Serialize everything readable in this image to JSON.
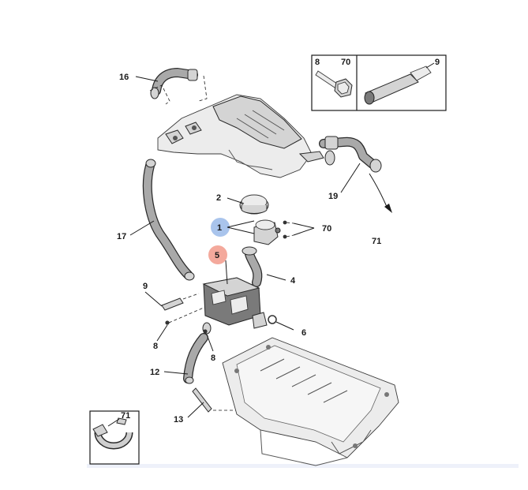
{
  "diagram": {
    "callouts": {
      "c1": "1",
      "c2": "2",
      "c4": "4",
      "c5": "5",
      "c6": "6",
      "c8a": "8",
      "c8b": "8",
      "c9": "9",
      "c12": "12",
      "c13": "13",
      "c16": "16",
      "c17": "17",
      "c19": "19",
      "c70": "70",
      "c71": "71"
    },
    "inset_top": {
      "left": "8",
      "mid": "70",
      "right": "9"
    },
    "inset_bottom": {
      "label": "71"
    },
    "highlight_colors": {
      "blue": "#a9c4ec",
      "red": "#f4a99c"
    }
  }
}
